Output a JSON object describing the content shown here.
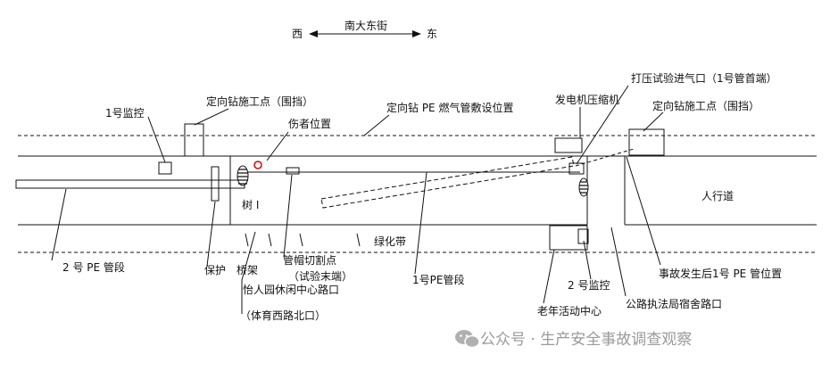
{
  "compass": {
    "street": "南大东街",
    "west": "西",
    "east": "东"
  },
  "labels": {
    "monitor_1": "1号监控",
    "drill_site_left": "定向钻施工点（围挡）",
    "injured_position": "伤者位置",
    "pe_gas_pipe_position": "定向钻 PE 燃气管敷设位置",
    "generator_compressor": "发电机压缩机",
    "pressure_test_inlet": "打压试验进气口（1号管首端）",
    "drill_site_right": "定向钻施工点（围挡）",
    "sidewalk": "人行道",
    "tree": "树 I",
    "green_belt": "绿化带",
    "pipe_cut_point": "管帽切割点",
    "test_end": "（试验末端）",
    "pe_pipe_2": "2 号 PE 管段",
    "protection": "保护",
    "bridge_frame": "桥架",
    "yiren_intersection": "怡人园休闲中心路口",
    "tiyu_intersection": "（体育西路北口）",
    "pe_pipe_1": "1号PE管段",
    "monitor_2": "2 号监控",
    "senior_center": "老年活动中心",
    "highway_dorm_intersection": "公路执法局宿舍路口",
    "pipe_after_accident": "事故发生后1号 PE 管位置"
  },
  "watermark": "公众号 · 生产安全事故调查观察"
}
